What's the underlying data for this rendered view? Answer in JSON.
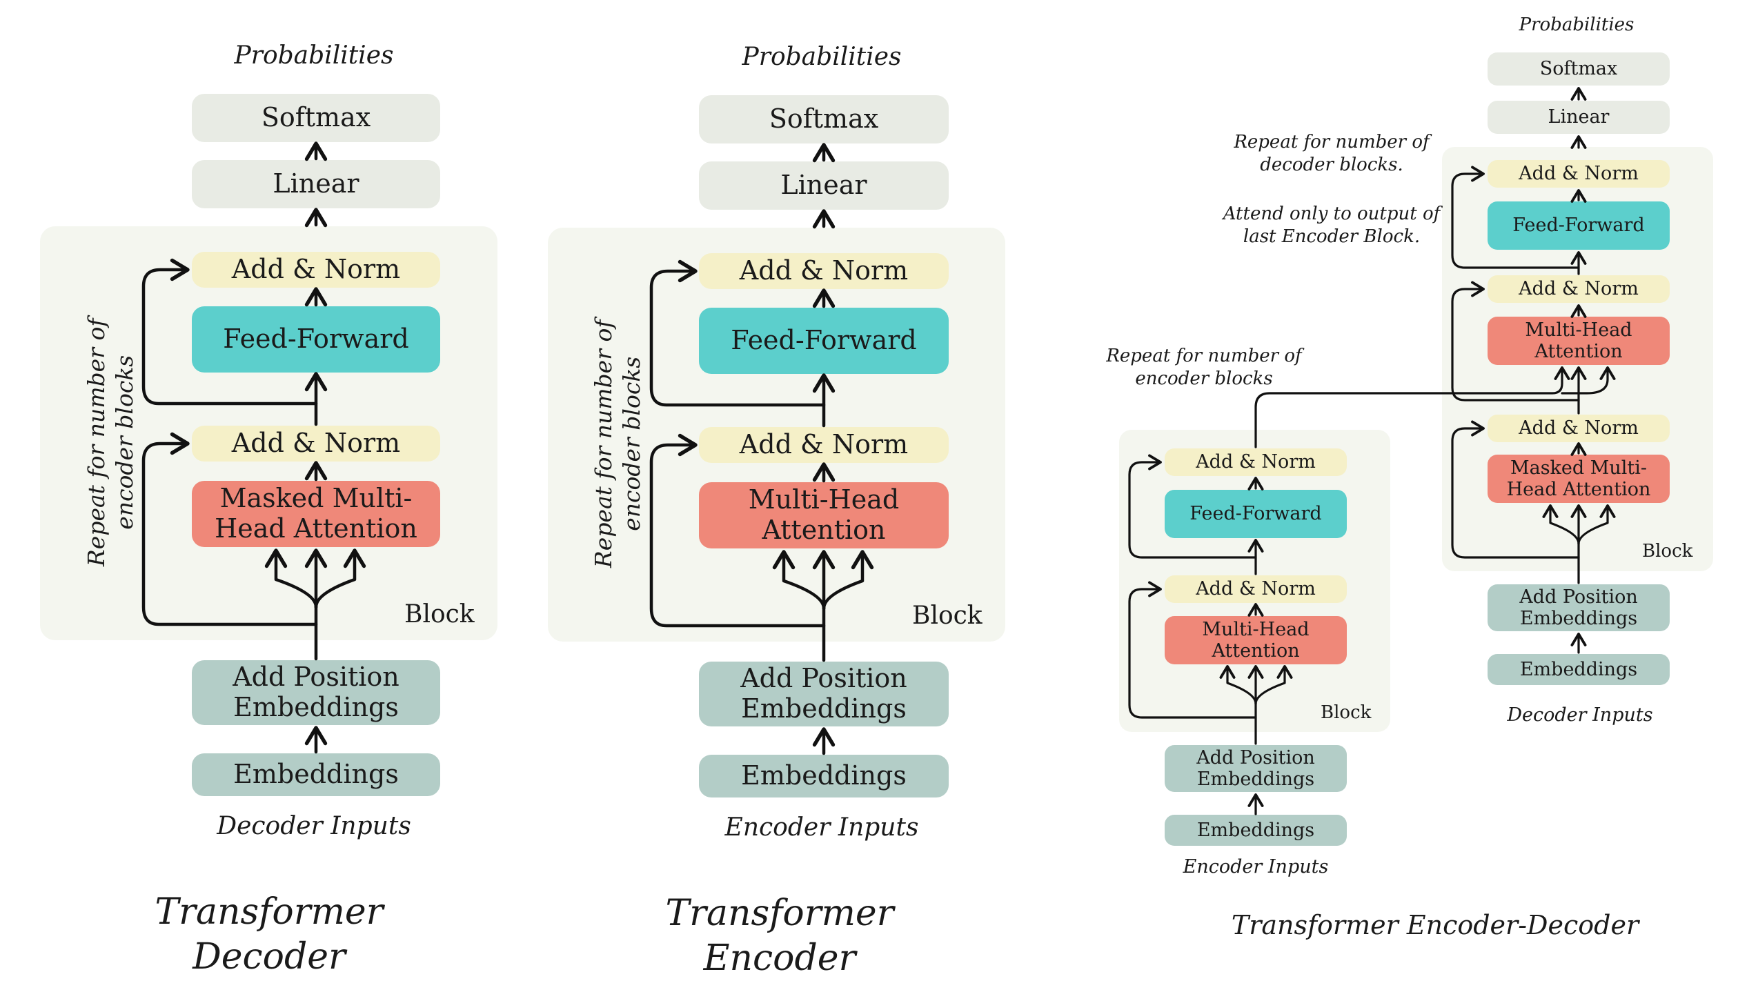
{
  "decoder": {
    "probabilities": "Probabilities",
    "softmax": "Softmax",
    "linear": "Linear",
    "add_norm_top": "Add & Norm",
    "feed_forward": "Feed-Forward",
    "add_norm_bottom": "Add & Norm",
    "attention": "Masked Multi-\nHead Attention",
    "block": "Block",
    "repeat": "Repeat  for number of\nencoder blocks",
    "position": "Add Position\nEmbeddings",
    "embeddings": "Embeddings",
    "inputs": "Decoder Inputs",
    "title": "Transformer Decoder"
  },
  "encoder": {
    "probabilities": "Probabilities",
    "softmax": "Softmax",
    "linear": "Linear",
    "add_norm_top": "Add & Norm",
    "feed_forward": "Feed-Forward",
    "add_norm_bottom": "Add & Norm",
    "attention": "Multi-Head\nAttention",
    "block": "Block",
    "repeat": "Repeat  for number of\nencoder blocks",
    "position": "Add Position\nEmbeddings",
    "embeddings": "Embeddings",
    "inputs": "Encoder Inputs",
    "title": "Transformer Encoder"
  },
  "encdec": {
    "title": "Transformer Encoder-Decoder",
    "decoder_repeat": "Repeat  for number of\ndecoder blocks.",
    "attend_note": "Attend only to output of\nlast Encoder Block.",
    "encoder_repeat": "Repeat  for number of\nencoder blocks",
    "enc": {
      "add_norm_top": "Add & Norm",
      "feed_forward": "Feed-Forward",
      "add_norm_bottom": "Add & Norm",
      "attention": "Multi-Head\nAttention",
      "block": "Block",
      "position": "Add Position\nEmbeddings",
      "embeddings": "Embeddings",
      "inputs": "Encoder Inputs"
    },
    "dec": {
      "probabilities": "Probabilities",
      "softmax": "Softmax",
      "linear": "Linear",
      "add_norm_3": "Add & Norm",
      "feed_forward": "Feed-Forward",
      "add_norm_2": "Add & Norm",
      "cross_attention": "Multi-Head\nAttention",
      "add_norm_1": "Add & Norm",
      "masked_attention": "Masked Multi-\nHead Attention",
      "block": "Block",
      "position": "Add Position\nEmbeddings",
      "embeddings": "Embeddings",
      "inputs": "Decoder Inputs"
    }
  },
  "colors": {
    "neutral": "#e8ebe4",
    "add_norm": "#f5f0c8",
    "feed_forward": "#5ccfcc",
    "attention": "#ef8879",
    "embedding": "#b3cdc7",
    "panel": "#f4f6ef"
  }
}
